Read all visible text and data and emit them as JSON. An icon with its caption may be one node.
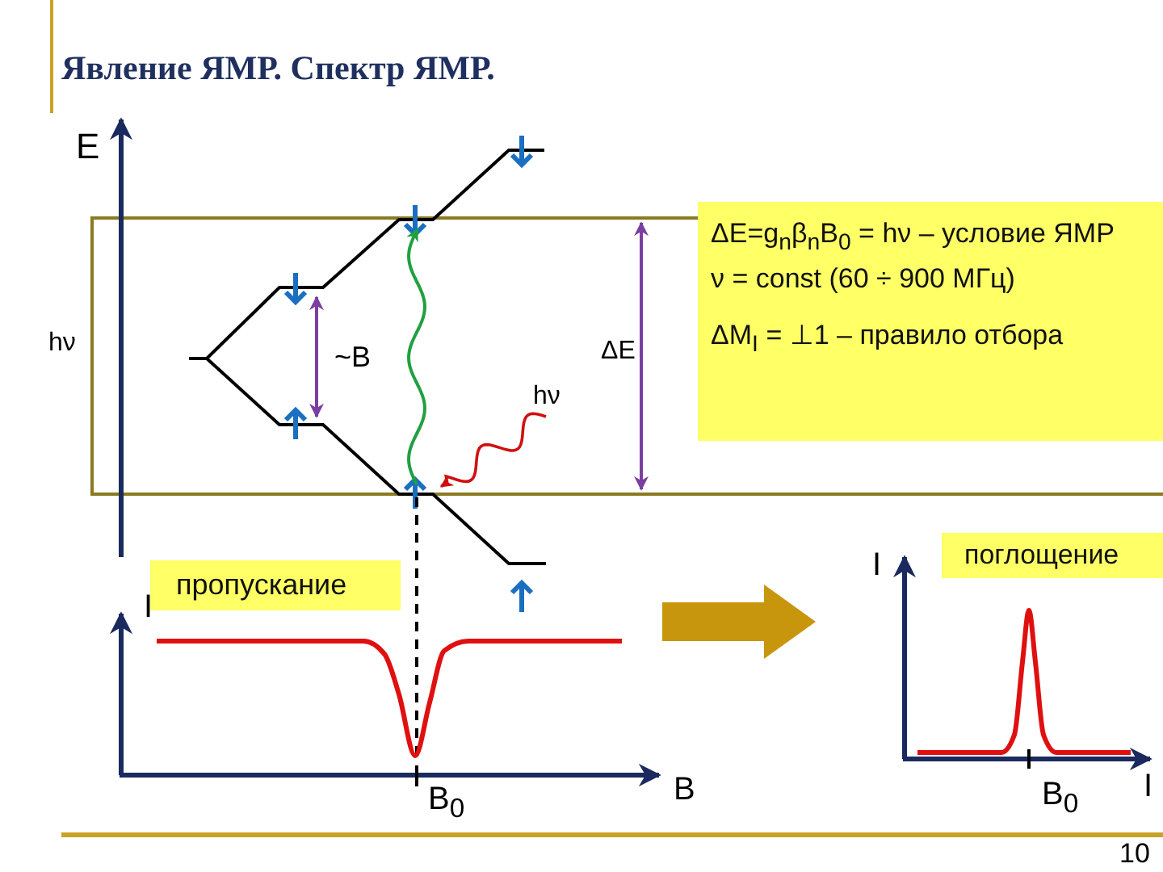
{
  "diagram": {
    "title": "Явление ЯМР. Спектр ЯМР.",
    "nodes": [
      {
        "text": [
          "ΔE=g$_{n}$β$_{n}$B$_{0}$ = hν – условие ЯМР",
          "ν = const (60 ÷ 900 МГц)",
          "ΔM$_{I}$ = ⊥1 – правило отбора"
        ]
      },
      {
        "text": [
          "пропускание"
        ]
      },
      {
        "text": [
          "поглощение"
        ]
      }
    ],
    "labels": [
      "E",
      "hν",
      "~B",
      "ΔE",
      "hν",
      "I",
      "B$_{0}$",
      "B",
      "I",
      "B$_{0}$",
      "I",
      "10"
    ]
  }
}
